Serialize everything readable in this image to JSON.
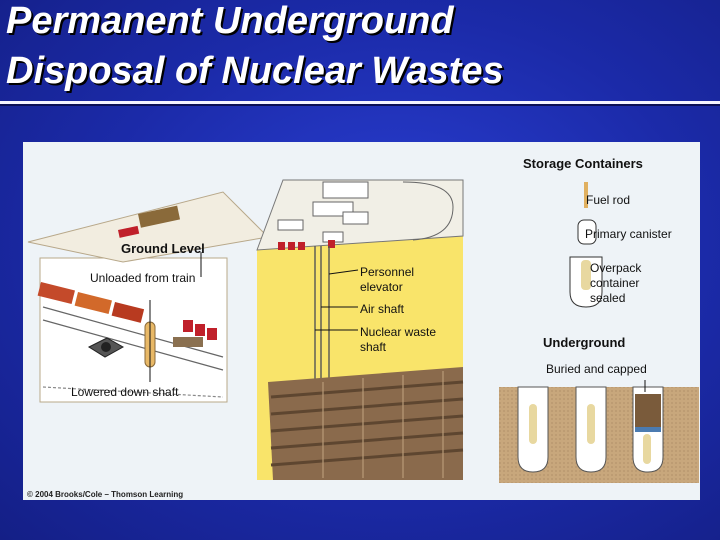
{
  "slide": {
    "title_line1": "Permanent Underground",
    "title_line2": "Disposal of Nuclear Wastes"
  },
  "figure": {
    "storage_containers": "Storage Containers",
    "fuel_rod": "Fuel rod",
    "primary_canister": "Primary canister",
    "ground_level": "Ground Level",
    "unloaded_from_train": "Unloaded from train",
    "lowered_down_shaft": "Lowered down shaft",
    "personnel_elevator": "Personnel\nelevator",
    "air_shaft": "Air shaft",
    "nuclear_waste_shaft": "Nuclear waste\nshaft",
    "overpack_container_sealed": "Overpack\ncontainer\nsealed",
    "underground": "Underground",
    "buried_and_capped": "Buried and capped",
    "copyright": "© 2004 Brooks/Cole – Thomson Learning"
  },
  "colors": {
    "background": "#1b2aa8",
    "panel": "#eef3f7",
    "repository_yellow": "#f9e46a",
    "tunnel_brown": "#8a6a4c",
    "soil": "#c8a77c"
  }
}
